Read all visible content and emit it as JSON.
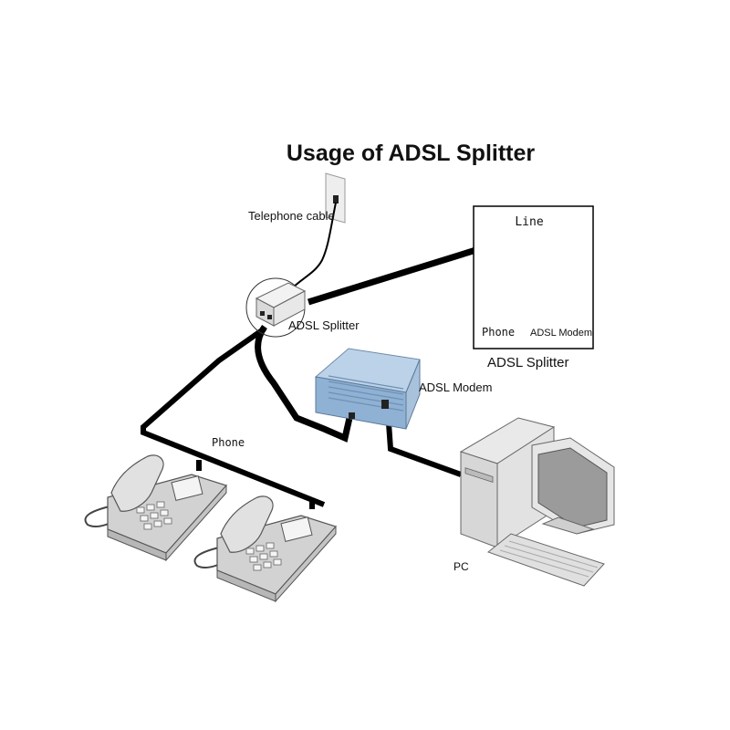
{
  "title": "Usage of ADSL Splitter",
  "labels": {
    "telephone_cable": "Telephone cable",
    "adsl_splitter": "ADSL Splitter",
    "adsl_modem": "ADSL Modem",
    "phone": "Phone",
    "pc": "PC"
  },
  "splitter_detail": {
    "line": "Line",
    "phone": "Phone",
    "adsl_modem": "ADSL Modem",
    "caption": "ADSL Splitter"
  },
  "colors": {
    "cable": "#000000",
    "device_body": "#e6e6e6",
    "modem_front": "#8fb1d4",
    "modem_top": "#bcd2e8",
    "phone_body": "#d2d2d2"
  },
  "icons": [
    "wall-jack-icon",
    "splitter-device-icon",
    "adsl-modem-icon",
    "telephone-icon",
    "desktop-pc-icon"
  ]
}
